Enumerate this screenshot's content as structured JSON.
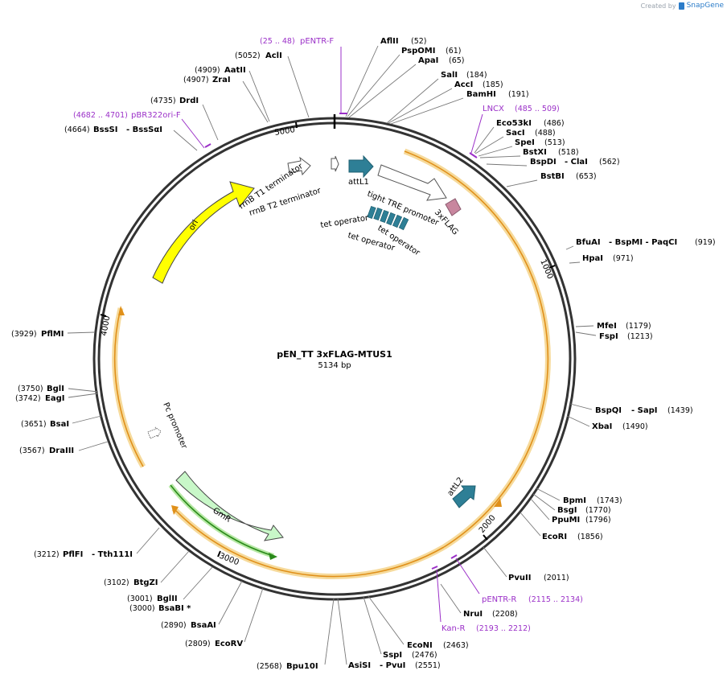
{
  "credit": {
    "created_by": "Created by",
    "brand": "SnapGene"
  },
  "plasmid": {
    "name": "pEN_TT 3xFLAG-MTUS1",
    "length": "5134 bp",
    "length_bp": 5134
  },
  "ruler": [
    "1000",
    "2000",
    "3000",
    "4000",
    "5000"
  ],
  "enzymes": [
    {
      "name": "AflII",
      "pos": "(52)"
    },
    {
      "name": "PspOMI",
      "pos": "(61)"
    },
    {
      "name": "ApaI",
      "pos": "(65)"
    },
    {
      "name": "SalI",
      "pos": "(184)"
    },
    {
      "name": "AccI",
      "pos": "(185)"
    },
    {
      "name": "BamHI",
      "pos": "(191)"
    },
    {
      "name": "Eco53kI",
      "pos": "(486)"
    },
    {
      "name": "SacI",
      "pos": "(488)"
    },
    {
      "name": "SpeI",
      "pos": "(513)"
    },
    {
      "name": "BstXI",
      "pos": "(518)"
    },
    {
      "name": "BspDI",
      "extra": "- ClaI",
      "pos": "(562)"
    },
    {
      "name": "BstBI",
      "pos": "(653)"
    },
    {
      "name": "BfuAI",
      "extra": "- BspMI - PaqCI",
      "pos": "(919)"
    },
    {
      "name": "HpaI",
      "pos": "(971)"
    },
    {
      "name": "MfeI",
      "pos": "(1179)"
    },
    {
      "name": "FspI",
      "pos": "(1213)"
    },
    {
      "name": "BspQI",
      "extra": "- SapI",
      "pos": "(1439)"
    },
    {
      "name": "XbaI",
      "pos": "(1490)"
    },
    {
      "name": "BpmI",
      "pos": "(1743)"
    },
    {
      "name": "BsgI",
      "pos": "(1770)"
    },
    {
      "name": "PpuMI",
      "pos": "(1796)"
    },
    {
      "name": "EcoRI",
      "pos": "(1856)"
    },
    {
      "name": "PvuII",
      "pos": "(2011)"
    },
    {
      "name": "NruI",
      "pos": "(2208)"
    },
    {
      "name": "EcoNI",
      "pos": "(2463)"
    },
    {
      "name": "SspI",
      "pos": "(2476)"
    },
    {
      "name": "AsiSI",
      "extra": "- PvuI",
      "pos": "(2551)"
    },
    {
      "name": "Bpu10I",
      "pos": "(2568)"
    },
    {
      "name": "EcoRV",
      "pos": "(2809)"
    },
    {
      "name": "BsaAI",
      "pos": "(2890)"
    },
    {
      "name": "BglII",
      "pos": "(3001)"
    },
    {
      "name": "BsaBI *",
      "pos": "(3000)"
    },
    {
      "name": "BtgZI",
      "pos": "(3102)"
    },
    {
      "name": "PflFI",
      "extra": "- Tth111I",
      "pos": "(3212)"
    },
    {
      "name": "DraIII",
      "pos": "(3567)"
    },
    {
      "name": "BsaI",
      "pos": "(3651)"
    },
    {
      "name": "BglI",
      "pos": "(3750)"
    },
    {
      "name": "EagI",
      "pos": "(3742)"
    },
    {
      "name": "PflMI",
      "pos": "(3929)"
    },
    {
      "name": "BssSI",
      "extra": "- BssSαI",
      "pos": "(4664)"
    },
    {
      "name": "DrdI",
      "pos": "(4735)"
    },
    {
      "name": "ZraI",
      "pos": "(4907)"
    },
    {
      "name": "AatII",
      "pos": "(4909)"
    },
    {
      "name": "AclI",
      "pos": "(5052)"
    }
  ],
  "primers": [
    {
      "name": "pENTR-F",
      "range": "(25 .. 48)"
    },
    {
      "name": "LNCX",
      "range": "(485 .. 509)"
    },
    {
      "name": "pBR322ori-F",
      "range": "(4682 .. 4701)"
    },
    {
      "name": "pENTR-R",
      "range": "(2115 .. 2134)"
    },
    {
      "name": "Kan-R",
      "range": "(2193 .. 2212)"
    }
  ],
  "features": {
    "attL1": "attL1",
    "tight_tre": "tight TRE promoter",
    "flag": "3xFLAG",
    "tet1": "tet operator",
    "tet2": "tet operator",
    "tet3": "tet operator",
    "rrnb1": "rrnB T1 terminator",
    "rrnb2": "rrnB T2 terminator",
    "ori": "ori",
    "pc": "Pc promoter",
    "gmr": "GmR",
    "attL2": "attL2"
  },
  "colors": {
    "backbone": "#333333",
    "orf_orange": "#f0a830",
    "attl": "#2e7f96",
    "flag": "#c8869e",
    "ori": "#ffff00",
    "gmr": "#c8f7c8",
    "primer": "#9b30c8"
  }
}
